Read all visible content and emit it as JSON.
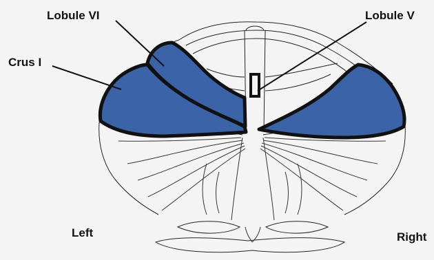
{
  "labels": {
    "lobule_vi": "Lobule VI",
    "lobule_v": "Lobule V",
    "crus_i": "Crus I",
    "left": "Left",
    "right": "Right"
  },
  "colors": {
    "highlight": "#3a63a8",
    "outline": "#111111",
    "background": "#f4f4f4"
  }
}
